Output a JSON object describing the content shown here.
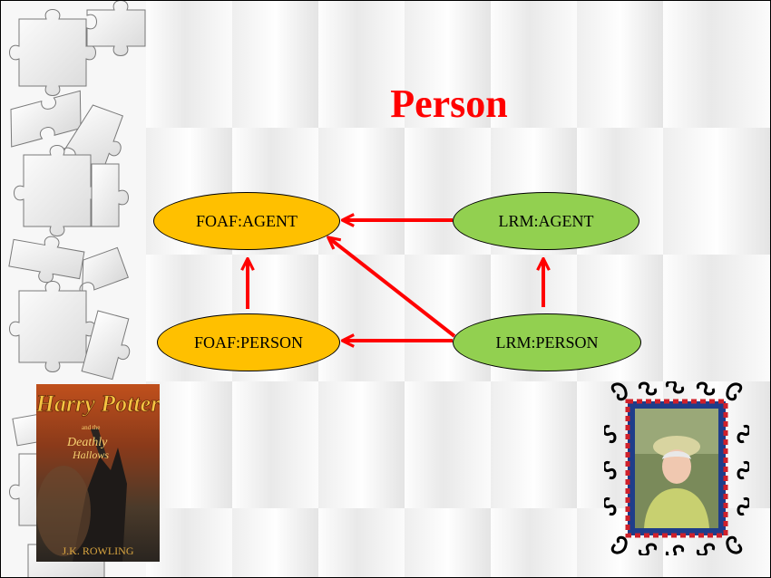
{
  "slide": {
    "title": "Person"
  },
  "nodes": {
    "foaf_agent": "FOAF:AGENT",
    "lrm_agent": "LRM:AGENT",
    "foaf_person": "FOAF:PERSON",
    "lrm_person": "LRM:PERSON"
  },
  "book": {
    "title_line1": "Harry Potter",
    "title_line2": "and the",
    "title_line3": "Deathly",
    "title_line4": "Hallows",
    "author": "J.K. ROWLING"
  },
  "colors": {
    "title": "#ff0000",
    "foaf_fill": "#ffc000",
    "lrm_fill": "#92d050",
    "arrow": "#ff0000"
  }
}
